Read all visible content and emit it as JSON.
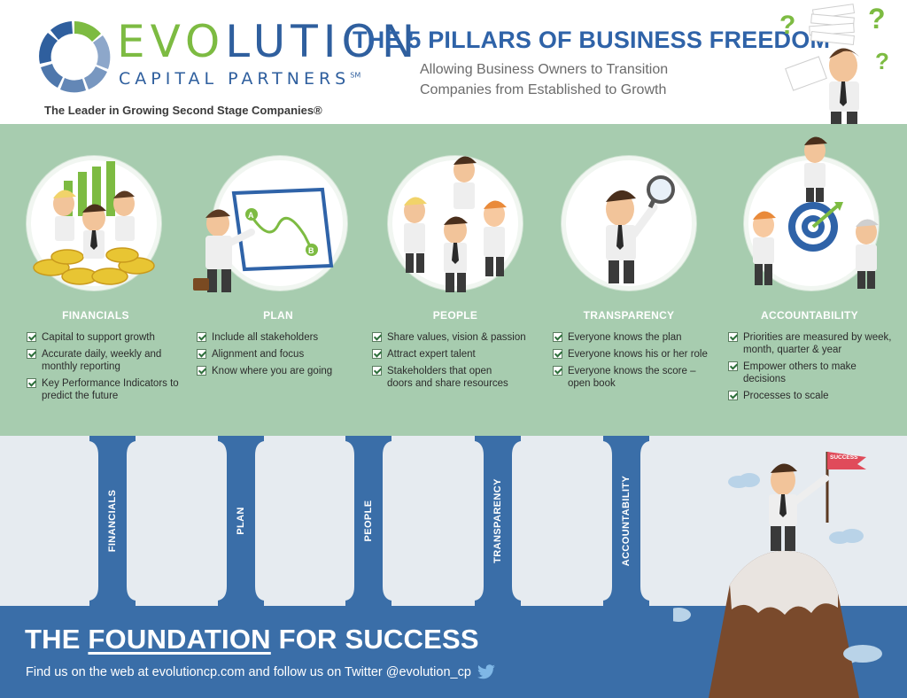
{
  "brand": {
    "logo_word_part1": "EVO",
    "logo_word_part2": "LUTION",
    "logo_subtitle": "CAPITAL PARTNERS",
    "logo_sm": "SM",
    "tagline": "The Leader in Growing Second Stage Companies®"
  },
  "header": {
    "title": "THE 5 PILLARS OF BUSINESS FREEDOM",
    "title_sm": "SM",
    "subtitle_line1": "Allowing Business Owners to Transition",
    "subtitle_line2": "Companies from Established to Growth"
  },
  "pillars": [
    {
      "name": "FINANCIALS",
      "icon": "coins-growth-icon",
      "items": [
        "Capital to support growth",
        "Accurate daily, weekly and monthly reporting",
        "Key Performance Indicators to predict the future"
      ]
    },
    {
      "name": "PLAN",
      "icon": "map-route-icon",
      "map_label_a": "A",
      "map_label_b": "B",
      "items": [
        "Include all stakeholders",
        "Alignment and focus",
        "Know where you are going"
      ]
    },
    {
      "name": "PEOPLE",
      "icon": "team-icon",
      "items": [
        "Share values, vision & passion",
        "Attract expert talent",
        "Stakeholders that open doors and share resources"
      ]
    },
    {
      "name": "TRANSPARENCY",
      "icon": "magnifier-icon",
      "items": [
        "Everyone knows the plan",
        "Everyone knows his or her role",
        "Everyone knows the score – open book"
      ]
    },
    {
      "name": "ACCOUNTABILITY",
      "icon": "target-icon",
      "items": [
        "Priorities are measured by week, month, quarter & year",
        "Empower others to make decisions",
        "Processes to scale"
      ]
    }
  ],
  "columns": [
    "FINANCIALS",
    "PLAN",
    "PEOPLE",
    "TRANSPARENCY",
    "ACCOUNTABILITY"
  ],
  "footer": {
    "title_prefix": "THE ",
    "title_underlined": "FOUNDATION",
    "title_suffix": " FOR SUCCESS",
    "text": "Find us on the web at evolutioncp.com and follow us on Twitter @evolution_cp",
    "twitter_icon": "twitter-bird-icon"
  },
  "success_flag": "SUCCESS",
  "question_marks": [
    "?",
    "?",
    "?"
  ],
  "colors": {
    "brand_blue": "#2f63a8",
    "brand_green": "#7dbb42",
    "band_green": "#a7ccaf",
    "column_blue": "#3a6ea8",
    "column_bg": "#e6ebf0"
  }
}
